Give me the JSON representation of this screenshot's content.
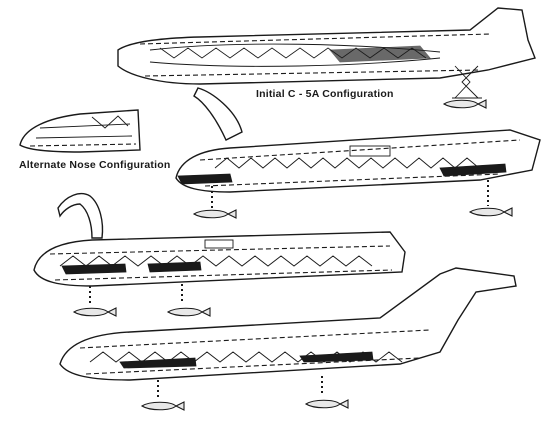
{
  "labels": {
    "initial_config": "Initial C - 5A Configuration",
    "alternate_nose": "Alternate Nose Configuration"
  },
  "aircraft": [
    {
      "id": "initial-c5a",
      "cargo_payloads": 1
    },
    {
      "id": "alternate-nose-opened",
      "cargo_payloads": 2
    },
    {
      "id": "nose-visor-opened",
      "cargo_payloads": 2
    },
    {
      "id": "full-c5a-with-tail",
      "cargo_payloads": 2
    }
  ]
}
